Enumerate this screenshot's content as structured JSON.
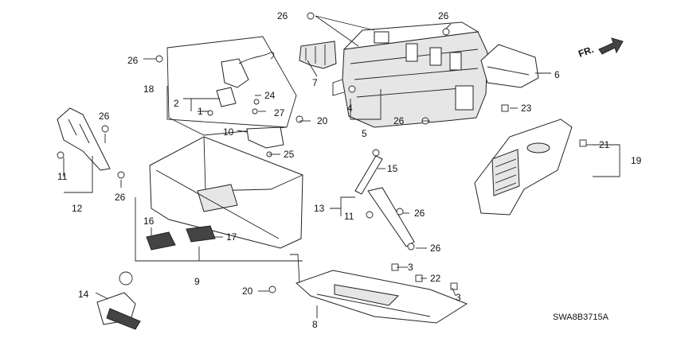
{
  "diagram": {
    "diagram_code": "SWA8B3715A",
    "direction_label": "FR.",
    "callouts": [
      "26",
      "26",
      "26",
      "26",
      "26",
      "26",
      "26",
      "26",
      "1",
      "2",
      "3",
      "3",
      "4",
      "5",
      "6",
      "7",
      "8",
      "9",
      "10",
      "11",
      "11",
      "12",
      "13",
      "14",
      "15",
      "16",
      "17",
      "18",
      "19",
      "20",
      "20",
      "21",
      "22",
      "23",
      "24",
      "25",
      "27"
    ]
  }
}
